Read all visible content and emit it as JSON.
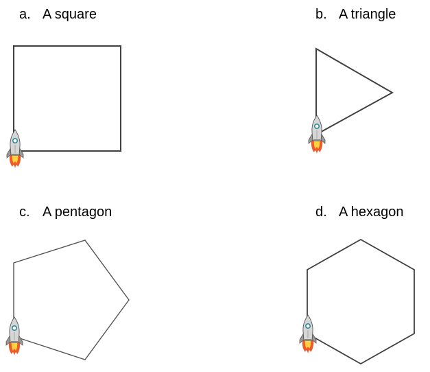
{
  "figures": [
    {
      "letter": "a.",
      "name": "A square"
    },
    {
      "letter": "b.",
      "name": "A triangle"
    },
    {
      "letter": "c.",
      "name": "A pentagon"
    },
    {
      "letter": "d.",
      "name": "A hexagon"
    }
  ],
  "colors": {
    "outline": "#404040",
    "rocket_body": "#d6d6d6",
    "rocket_window": "#2e8b9a",
    "flame_outer": "#f05a28",
    "flame_inner": "#ffd23f"
  }
}
